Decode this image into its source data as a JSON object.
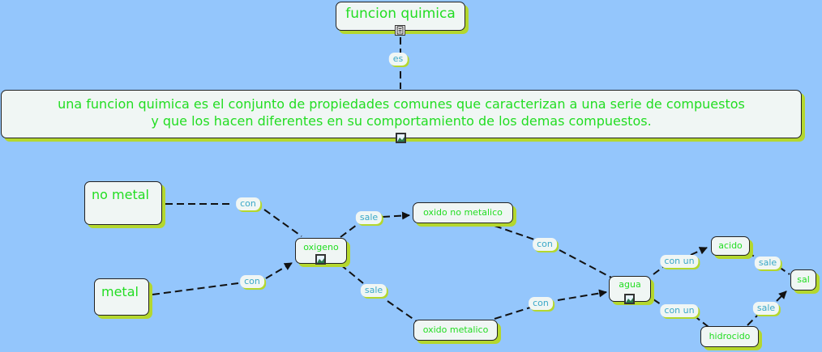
{
  "colors": {
    "background": "#94c6fc",
    "node_fill": "#f0f6f4",
    "node_text": "#22dd22",
    "link_label_text": "#3aa8c8",
    "shadow": "#b4d72e"
  },
  "nodes": {
    "funcion_quimica": {
      "text": "funcion quimica",
      "icon": "document-icon"
    },
    "definicion": {
      "line1": "una funcion  quimica  es el conjunto de propiedades comunes que caracterizan a una serie  de compuestos",
      "line2": "y que los hacen diferentes en su comportamiento de los demas compuestos.",
      "icon": "image-icon"
    },
    "no_metal": {
      "text": "no metal"
    },
    "metal": {
      "text": "metal"
    },
    "oxigeno": {
      "text": "oxigeno",
      "icon": "image-icon"
    },
    "oxido_no_metalico": {
      "text": "oxido no metalico"
    },
    "oxido_metalico": {
      "text": "oxido metalico"
    },
    "agua": {
      "text": "agua",
      "icon": "image-icon"
    },
    "acido": {
      "text": "acido"
    },
    "hidrocido": {
      "text": "hidrocido"
    },
    "sal": {
      "text": "sal"
    }
  },
  "links": {
    "es": "es",
    "con_no_metal": "con",
    "con_metal": "con",
    "sale_top": "sale",
    "sale_bottom": "sale",
    "con_top": "con",
    "con_bottom": "con",
    "con_un_top": "con un",
    "con_un_bottom": "con un",
    "sale_acido": "sale",
    "sale_hidrocido": "sale"
  }
}
